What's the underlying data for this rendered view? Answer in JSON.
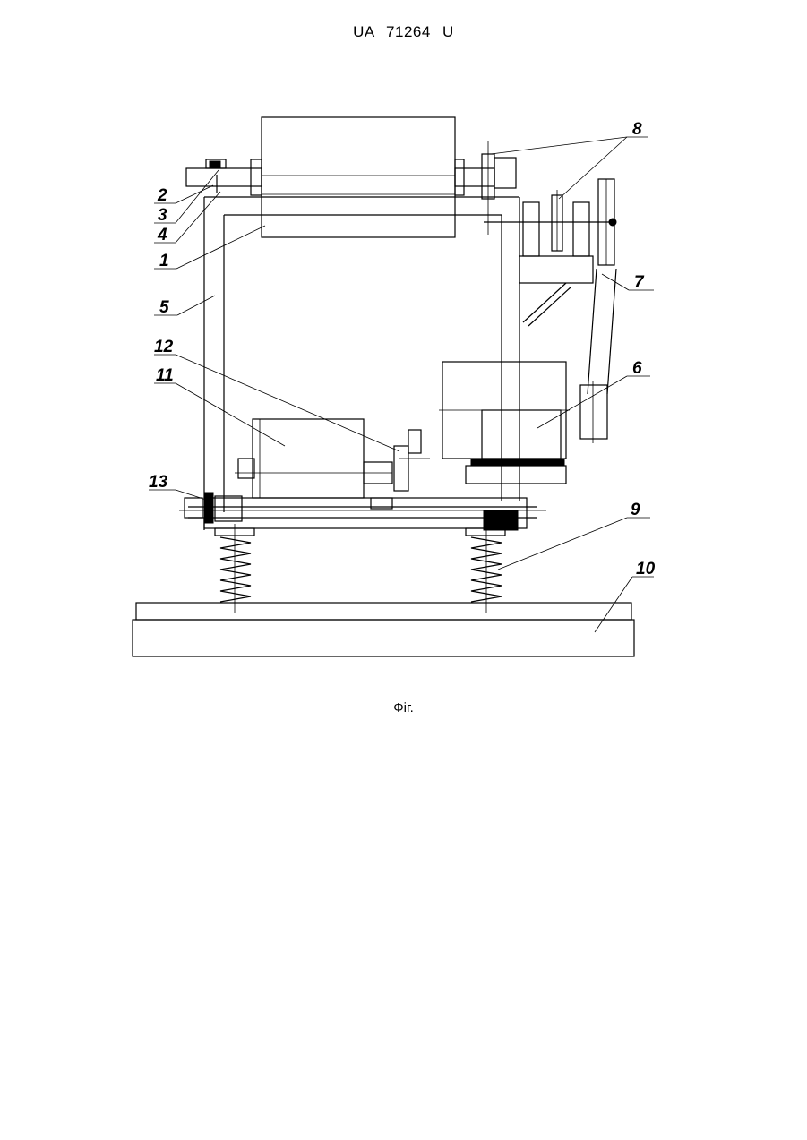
{
  "header": {
    "code": "UA   71264   U"
  },
  "caption": {
    "text": "Фіг."
  },
  "labels": [
    "1",
    "2",
    "3",
    "4",
    "5",
    "6",
    "7",
    "8",
    "9",
    "10",
    "11",
    "12",
    "13"
  ]
}
